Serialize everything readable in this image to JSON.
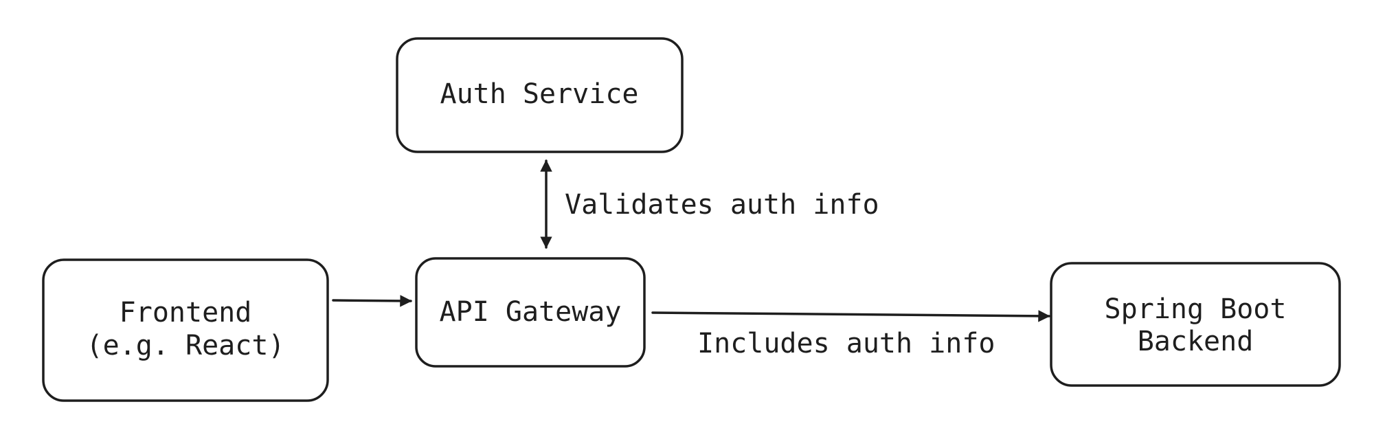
{
  "nodes": {
    "auth_service": {
      "label": "Auth Service"
    },
    "frontend": {
      "line1": "Frontend",
      "line2": "(e.g. React)"
    },
    "api_gateway": {
      "label": "API Gateway"
    },
    "backend": {
      "line1": "Spring Boot",
      "line2": "Backend"
    }
  },
  "edges": {
    "gateway_auth": {
      "label": "Validates auth info"
    },
    "gateway_backend": {
      "label": "Includes auth info"
    }
  },
  "colors": {
    "stroke": "#1e1e1e",
    "background": "#ffffff"
  }
}
